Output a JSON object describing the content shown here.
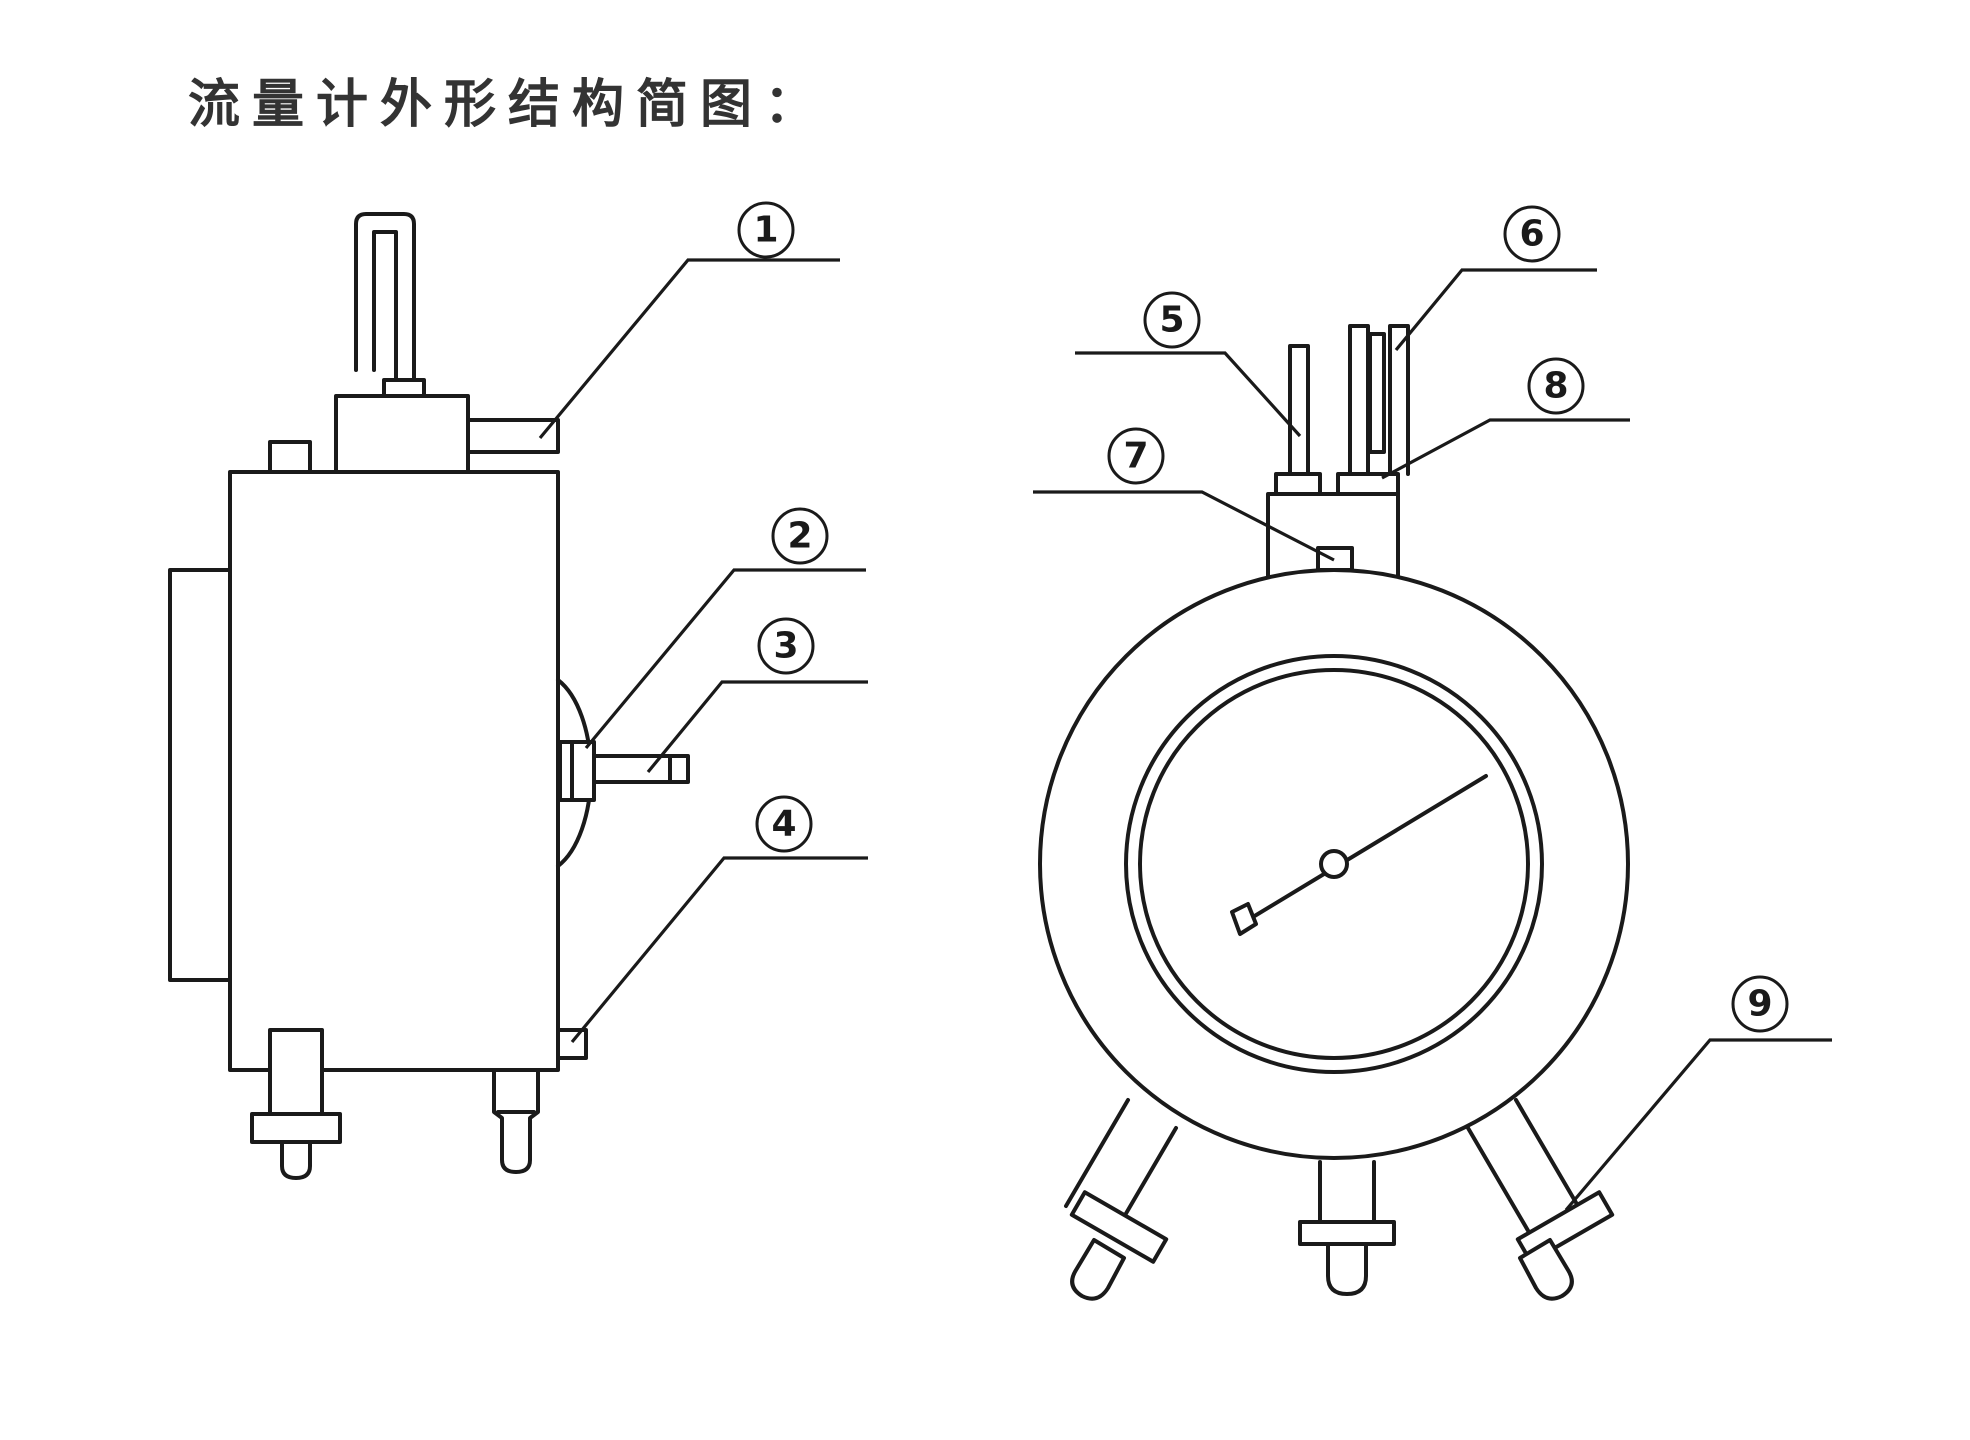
{
  "title": "流量计外形结构简图：",
  "colors": {
    "line": "#1a1a1a",
    "title": "#333333",
    "background": "#ffffff"
  },
  "callouts": [
    "1",
    "2",
    "3",
    "4",
    "5",
    "6",
    "7",
    "8",
    "9"
  ]
}
